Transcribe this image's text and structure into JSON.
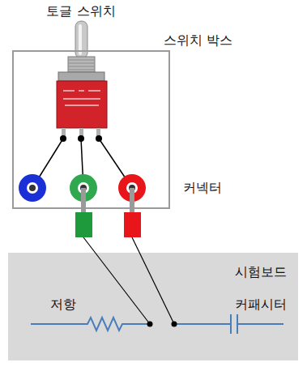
{
  "diagram": {
    "nodes": [
      {
        "text": [
          "스위치 박스"
        ]
      },
      {
        "text": [
          "시험보드"
        ]
      }
    ],
    "labels": [
      "토글 스위치",
      "커넥터",
      "저항",
      "커패시터"
    ]
  }
}
